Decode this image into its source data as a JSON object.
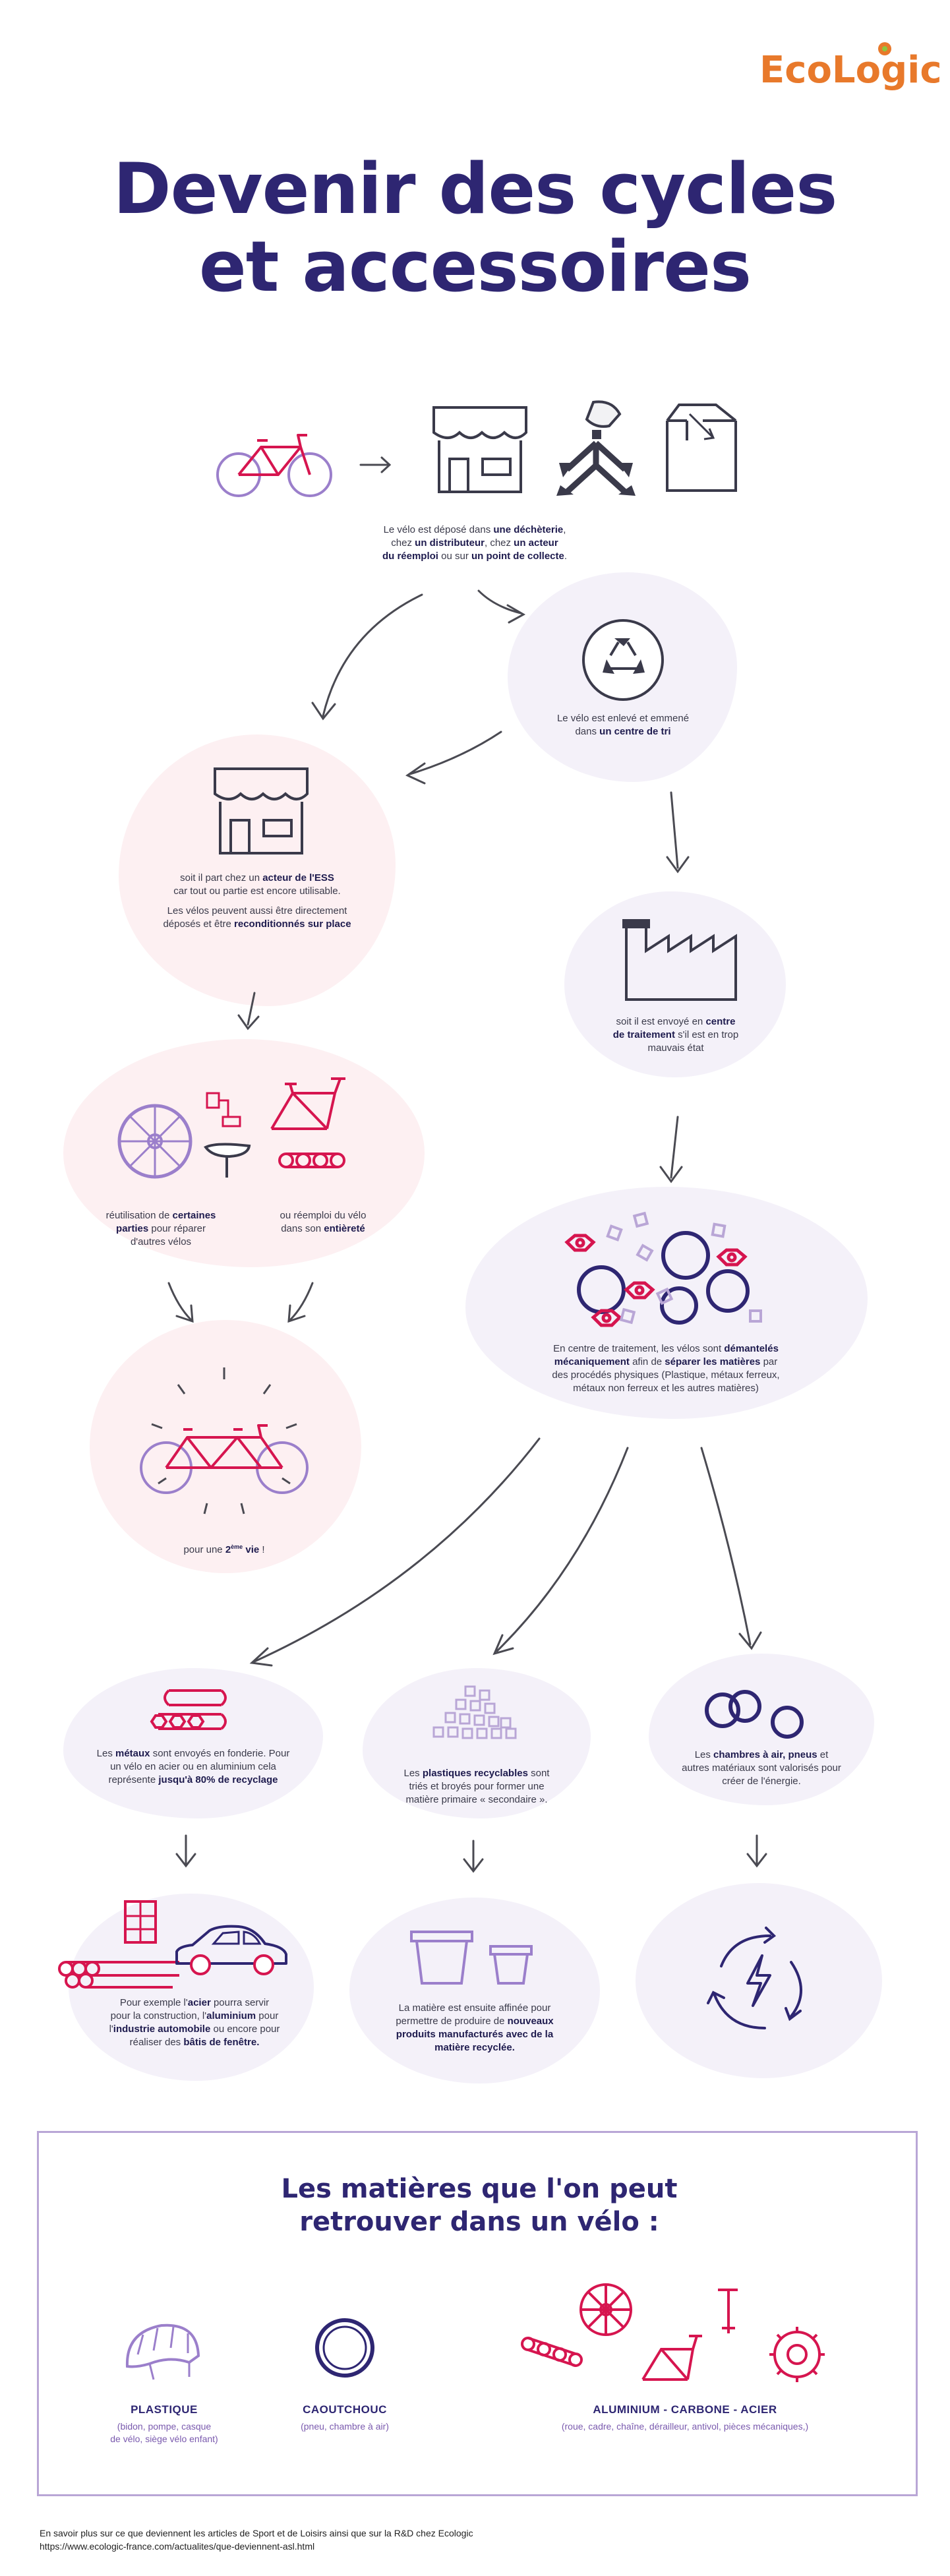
{
  "brand": {
    "part1": "Eco",
    "part2": "Logic"
  },
  "title": {
    "line1": "Devenir des cycles",
    "line2": "et accessoires"
  },
  "steps": {
    "deposit": {
      "l1a": "Le vélo est déposé dans ",
      "l1b": "une déchèterie",
      "l2a": "chez ",
      "l2b": "un distributeur",
      "l2c": ", chez ",
      "l2d": "un acteur",
      "l3a": "du réemploi",
      "l3b": " ou sur ",
      "l3c": "un point de collecte"
    },
    "sorting": {
      "l1": "Le vélo est enlevé et emmené",
      "l2a": "dans ",
      "l2b": "un centre de tri"
    },
    "ess": {
      "l1a": "soit il part chez un ",
      "l1b": "acteur de l'ESS",
      "l2": "car tout ou partie est encore utilisable.",
      "l3": "Les vélos peuvent aussi être directement",
      "l4a": "déposés et être ",
      "l4b": "reconditionnés sur place"
    },
    "treatment": {
      "l1a": "soit il est envoyé en ",
      "l1b": "centre",
      "l2a": "de traitement",
      "l2b": " s'il est en trop",
      "l3": "mauvais état"
    },
    "reuse_parts": {
      "l1a": "réutilisation de ",
      "l1b": "certaines",
      "l2a": "parties",
      "l2b": " pour réparer",
      "l3": "d'autres vélos"
    },
    "reuse_whole": {
      "l1": "ou réemploi du vélo",
      "l2a": "dans son ",
      "l2b": "entièreté"
    },
    "dismantle": {
      "l1a": "En centre de traitement, les vélos sont ",
      "l1b": "démantelés",
      "l2a": "mécaniquement",
      "l2b": " afin de ",
      "l2c": "séparer les matières",
      "l2d": " par",
      "l3": "des procédés physiques (Plastique, métaux ferreux,",
      "l4": "métaux non ferreux et les autres matières)"
    },
    "second_life": {
      "pre": "pour une ",
      "num": "2",
      "sup": "ème",
      "post": " vie",
      "end": " !"
    },
    "metals": {
      "l1a": "Les ",
      "l1b": "métaux",
      "l1c": " sont envoyés en fonderie. Pour",
      "l2": "un vélo en acier ou en aluminium cela",
      "l3a": "représente ",
      "l3b": "jusqu'à 80% de recyclage"
    },
    "plastics": {
      "l1a": "Les ",
      "l1b": "plastiques recyclables",
      "l1c": " sont",
      "l2": "triés et broyés pour former une",
      "l3": "matière primaire « secondaire »."
    },
    "tubes": {
      "l1a": "Les ",
      "l1b": "chambres à air, pneus",
      "l1c": " et",
      "l2": "autres matériaux sont valorisés pour",
      "l3": "créer de l'énergie."
    },
    "steel": {
      "l1a": "Pour exemple l'",
      "l1b": "acier",
      "l1c": " pourra servir",
      "l2a": "pour la construction, l'",
      "l2b": "aluminium",
      "l2c": " pour",
      "l3a": "l'",
      "l3b": "industrie automobile",
      "l3c": " ou encore pour",
      "l4a": "réaliser des ",
      "l4b": "bâtis de fenêtre."
    },
    "products": {
      "l1": "La matière est ensuite affinée pour",
      "l2a": "permettre de produire de ",
      "l2b": "nouveaux",
      "l3": "produits manufacturés avec de la",
      "l4": "matière recyclée."
    }
  },
  "materials": {
    "title_l1": "Les matières que l'on peut",
    "title_l2": "retrouver dans un vélo :",
    "items": [
      {
        "name": "PLASTIQUE",
        "desc_l1": "(bidon, pompe, casque",
        "desc_l2": "de vélo, siège vélo enfant)"
      },
      {
        "name": "CAOUTCHOUC",
        "desc_l1": "(pneu, chambre à air)",
        "desc_l2": ""
      },
      {
        "name": "ALUMINIUM - CARBONE - ACIER",
        "desc_l1": "(roue, cadre, chaîne, dérailleur, antivol, pièces mécaniques,)",
        "desc_l2": ""
      }
    ]
  },
  "footer": {
    "l1": "En savoir plus sur ce que deviennent les articles de Sport et de Loisirs ainsi que sur la R&D chez Ecologic",
    "l2": "https://www.ecologic-france.com/actualites/que-deviennent-asl.html"
  },
  "colors": {
    "title": "#2e2672",
    "accent": "#d6154f",
    "lilac": "#9b7fcb",
    "orange": "#e8792b",
    "green": "#8fc63f"
  }
}
